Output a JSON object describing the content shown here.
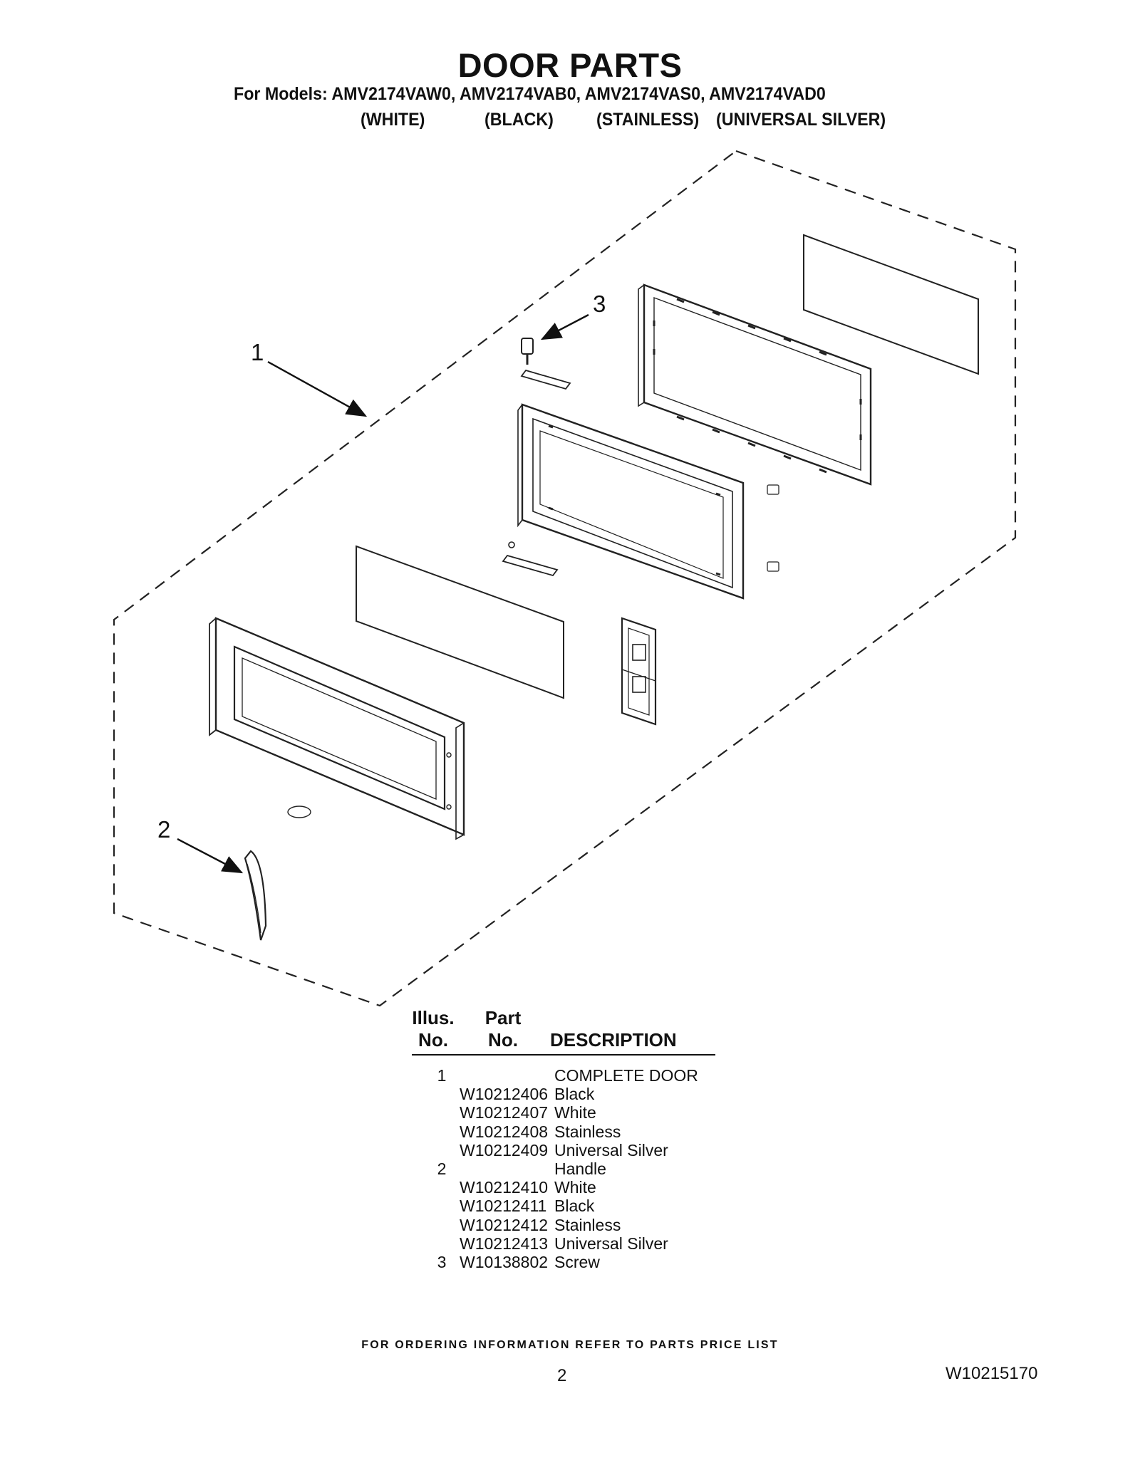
{
  "header": {
    "title": "DOOR PARTS",
    "models_line": "For Models: AMV2174VAW0, AMV2174VAB0, AMV2174VAS0, AMV2174VAD0",
    "variants": [
      "(WHITE)",
      "(BLACK)",
      "(STAINLESS)",
      "(UNIVERSAL SILVER)"
    ]
  },
  "diagram": {
    "callouts": [
      "1",
      "2",
      "3"
    ]
  },
  "table": {
    "head_illus_1": "Illus.",
    "head_illus_2": "No.",
    "head_part_1": "Part",
    "head_part_2": "No.",
    "head_desc": "DESCRIPTION",
    "rows": [
      {
        "no": "1",
        "part": "",
        "desc": "COMPLETE DOOR"
      },
      {
        "no": "",
        "part": "W10212406",
        "desc": "Black"
      },
      {
        "no": "",
        "part": "W10212407",
        "desc": "White"
      },
      {
        "no": "",
        "part": "W10212408",
        "desc": "Stainless"
      },
      {
        "no": "",
        "part": "W10212409",
        "desc": "Universal Silver"
      },
      {
        "no": "2",
        "part": "",
        "desc": "Handle"
      },
      {
        "no": "",
        "part": "W10212410",
        "desc": "White"
      },
      {
        "no": "",
        "part": "W10212411",
        "desc": "Black"
      },
      {
        "no": "",
        "part": "W10212412",
        "desc": "Stainless"
      },
      {
        "no": "",
        "part": "W10212413",
        "desc": "Universal Silver"
      },
      {
        "no": "3",
        "part": "W10138802",
        "desc": "Screw"
      }
    ]
  },
  "footer": {
    "ordering_note": "FOR ORDERING INFORMATION REFER TO PARTS PRICE LIST",
    "page_number": "2",
    "doc_number": "W10215170"
  }
}
